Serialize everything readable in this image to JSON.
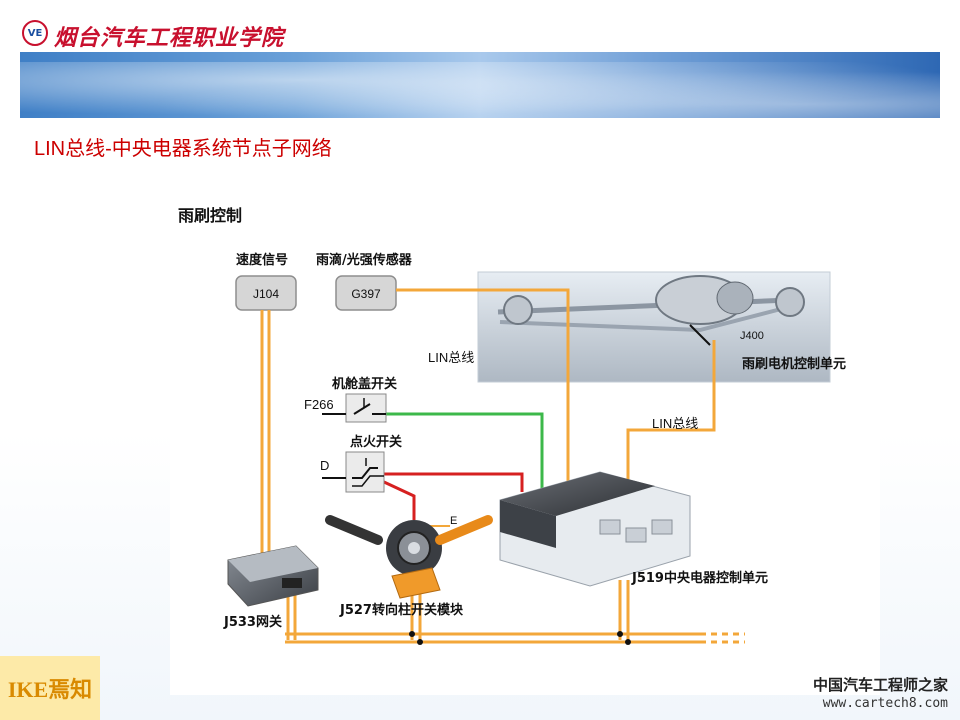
{
  "header": {
    "school_name": "烟台汽车工程职业学院"
  },
  "slide": {
    "title": "LIN总线-中央电器系统节点子网络"
  },
  "diagram": {
    "section_title": "雨刷控制",
    "speed_signal_label": "速度信号",
    "rain_sensor_label": "雨滴/光强传感器",
    "j104_code": "J104",
    "g397_code": "G397",
    "lin_bus_label_1": "LIN总线",
    "lin_bus_label_2": "LIN总线",
    "j400_code": "J400",
    "wiper_ecu_label": "雨刷电机控制单元",
    "hood_switch_label": "机舱盖开关",
    "f266_code": "F266",
    "ignition_switch_label": "点火开关",
    "d_code": "D",
    "e_code": "E",
    "j519_label": "J519中央电器控制单元",
    "j533_label": "J533网关",
    "j527_label": "J527转向柱开关模块"
  },
  "footer": {
    "ike_logo_text": "IKE焉知",
    "watermark_cn": "中国汽车工程师之家",
    "watermark_url": "www.cartech8.com"
  },
  "colors": {
    "accent_red": "#cc0000",
    "lin_wire": "#f3a73a",
    "green_wire": "#3cb84a",
    "red_wire": "#d62020"
  }
}
